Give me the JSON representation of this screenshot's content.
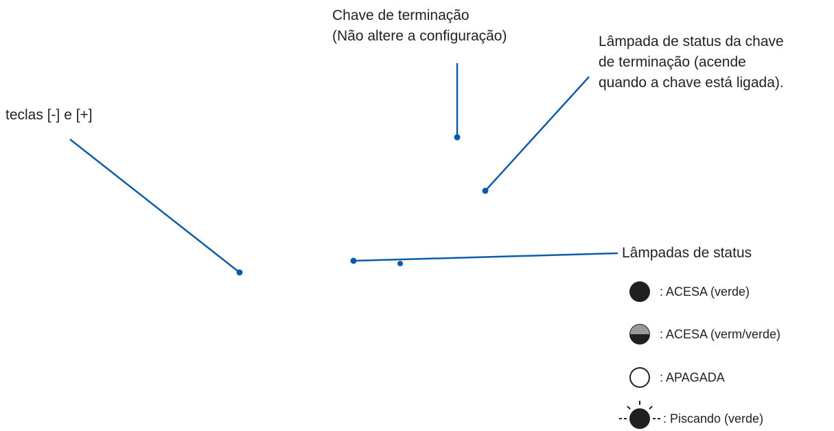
{
  "labels": {
    "termination_switch": "Chave de terminação\n(Não altere a configuração)",
    "termination_status_lamp": "Lâmpada de status da chave\nde terminação (acende\nquando a chave está ligada).",
    "keys": "teclas [-] e [+]",
    "status_lamps": "Lâmpadas de status"
  },
  "legend": {
    "lit_green": ": ACESA (verde)",
    "lit_red_green": ": ACESA (verm/verde)",
    "off": ": APAGADA",
    "blinking_green": ": Piscando (verde)"
  },
  "colors": {
    "leader_line": "#0b5ca8",
    "text": "#231f20",
    "lamp_fill": "#231f20",
    "lamp_half": "#9a9a9a"
  }
}
